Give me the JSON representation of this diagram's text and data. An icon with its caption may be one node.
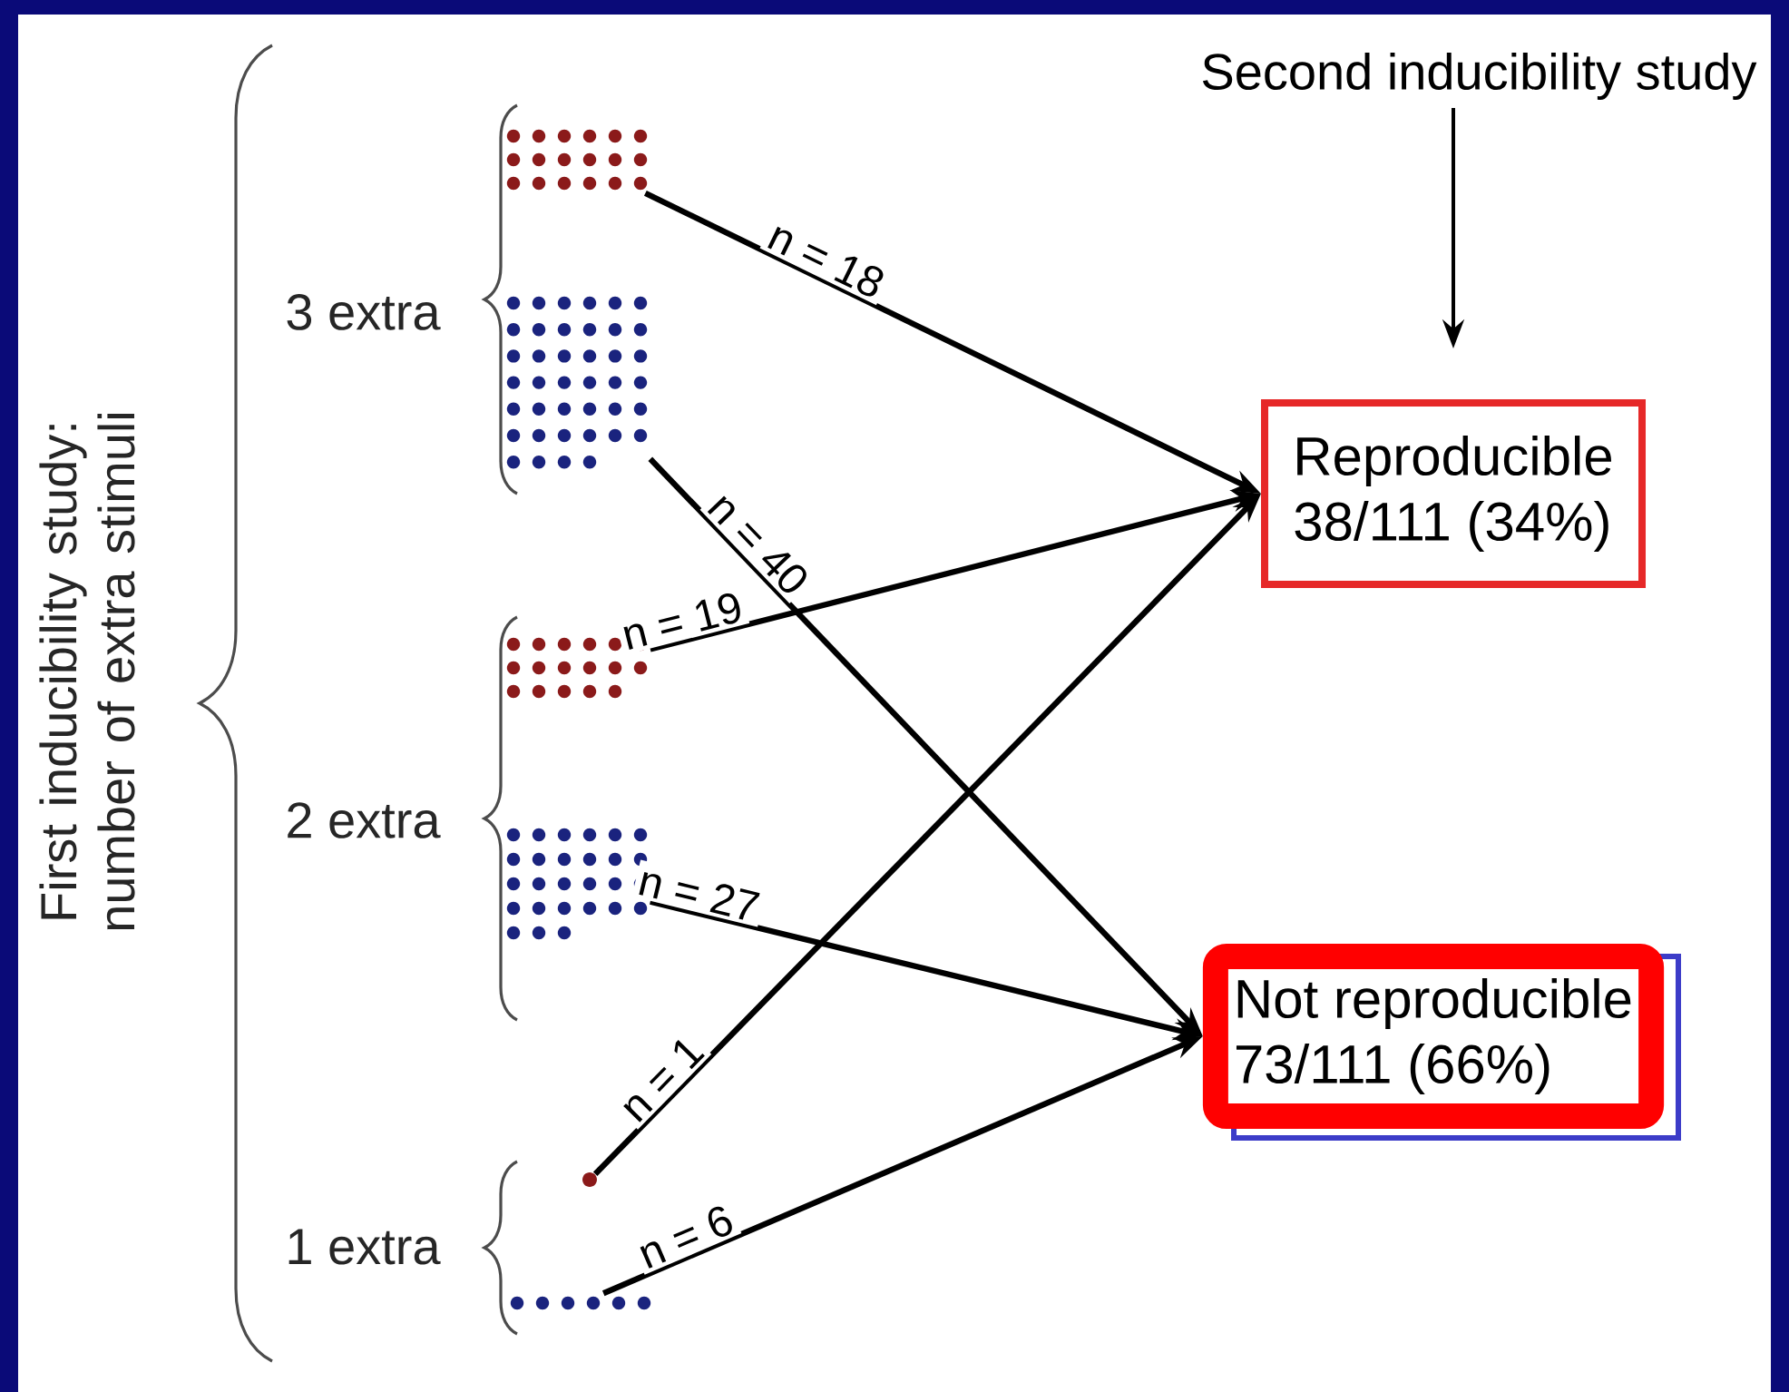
{
  "diagram": {
    "nodes": [
      {
        "text": [
          "Reproducible",
          "38/111 (34%)"
        ]
      },
      {
        "text": [
          "Not reproducible",
          "73/111 (66%)"
        ]
      },
      {
        "text": [
          "Second inducibility study"
        ]
      },
      {
        "text": [],
        "shape": "picture"
      },
      {
        "text": [],
        "shape": "picture"
      },
      {
        "text": [],
        "shape": "picture"
      },
      {
        "text": [],
        "shape": "picture"
      },
      {
        "text": [],
        "shape": "circle"
      },
      {
        "text": [],
        "shape": "picture"
      }
    ],
    "edges": [
      {
        "from": 2,
        "to": 0,
        "arrow": "to"
      },
      {
        "from": 3,
        "to": 0,
        "arrow": "to",
        "label": "n = 18"
      },
      {
        "from": 4,
        "to": 1,
        "arrow": "to",
        "label": "n = 40"
      },
      {
        "from": 5,
        "to": 0,
        "arrow": "to",
        "label": "n = 19"
      },
      {
        "from": 6,
        "to": 1,
        "arrow": "to",
        "label": "n = 27"
      },
      {
        "from": 7,
        "to": 0,
        "arrow": "to",
        "label": "n = 1"
      },
      {
        "from": 8,
        "to": 1,
        "arrow": "to",
        "label": "n = 6"
      }
    ],
    "labels": [
      "First inducibility study: number of extra stimuli",
      "3 extra",
      "2 extra",
      "1 extra"
    ]
  }
}
